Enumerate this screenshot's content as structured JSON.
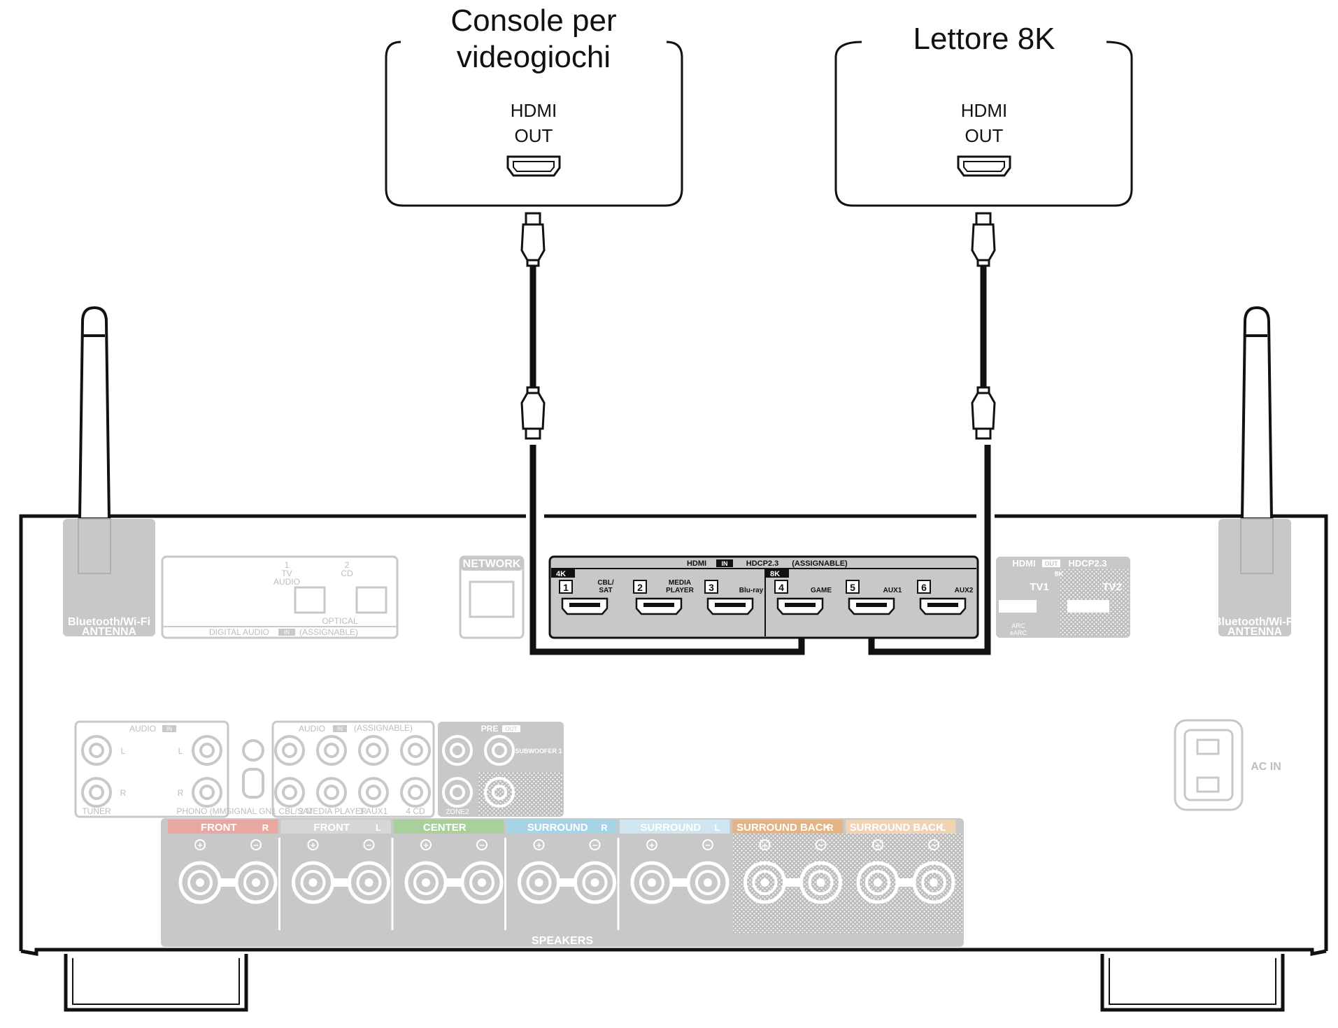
{
  "devices": {
    "console": {
      "title_line1": "Console per",
      "title_line2": "videogiochi",
      "port_line1": "HDMI",
      "port_line2": "OUT"
    },
    "player": {
      "title": "Lettore 8K",
      "port_line1": "HDMI",
      "port_line2": "OUT"
    }
  },
  "receiver": {
    "hdmi_in": {
      "header_hdmi": "HDMI",
      "header_in": "IN",
      "header_hdcp": "HDCP2.3",
      "header_assignable": "(ASSIGNABLE)",
      "badge_4k": "4K",
      "badge_8k": "8K"
    },
    "hdmi_ports": [
      {
        "num": "1",
        "line1": "CBL/",
        "line2": "SAT"
      },
      {
        "num": "2",
        "line1": "MEDIA",
        "line2": "PLAYER"
      },
      {
        "num": "3",
        "line1": "",
        "line2": "Blu-ray"
      },
      {
        "num": "4",
        "line1": "",
        "line2": "GAME"
      },
      {
        "num": "5",
        "line1": "",
        "line2": "AUX1"
      },
      {
        "num": "6",
        "line1": "",
        "line2": "AUX2"
      }
    ],
    "hdmi_out": {
      "header_hdmi": "HDMI",
      "header_out": "OUT",
      "header_hdcp": "HDCP2.3",
      "badge_8k": "8K",
      "tv1": "TV1",
      "tv2": "TV2",
      "arc1": "ARC",
      "arc2": "eARC"
    },
    "antenna_label_1": "Bluetooth/Wi-Fi",
    "antenna_label_2": "ANTENNA",
    "network": "NETWORK",
    "digital_audio": {
      "port1_num": "1",
      "port1_line1": "TV",
      "port1_line2": "AUDIO",
      "port2_num": "2",
      "port2_line1": "CD",
      "optical": "OPTICAL",
      "footer": "DIGITAL AUDIO",
      "footer_in": "IN",
      "footer_assignable": "(ASSIGNABLE)"
    },
    "audio_in_1": {
      "header": "AUDIO",
      "header_in": "IN",
      "l": "L",
      "r": "R",
      "tuner": "TUNER",
      "phono": "PHONO (MM)",
      "signal_gnd": "SIGNAL GND"
    },
    "audio_in_2": {
      "header": "AUDIO",
      "header_in": "IN",
      "assignable": "(ASSIGNABLE)",
      "labels": [
        "1 CBL/SAT",
        "2 MEDIA PLAYER",
        "3 AUX1",
        "4 CD"
      ]
    },
    "pre_out": {
      "header": "PRE",
      "header_out": "OUT",
      "sub1": "SUBWOOFER 1",
      "zone2": "ZONE2"
    },
    "ac_in": "AC IN",
    "speakers": {
      "footer": "SPEAKERS",
      "groups": [
        {
          "name": "FRONT",
          "side": "R",
          "color": "#e8a7a0"
        },
        {
          "name": "FRONT",
          "side": "L",
          "color": "#d6d6d6"
        },
        {
          "name": "CENTER",
          "side": "",
          "color": "#a9cf9b"
        },
        {
          "name": "SURROUND",
          "side": "R",
          "color": "#a7d3e6"
        },
        {
          "name": "SURROUND",
          "side": "L",
          "color": "#cfe6f1"
        },
        {
          "name": "SURROUND BACK",
          "side": "R",
          "color": "#e3b386"
        },
        {
          "name": "SURROUND BACK",
          "side": "L",
          "color": "#f0d3b4"
        }
      ]
    }
  }
}
